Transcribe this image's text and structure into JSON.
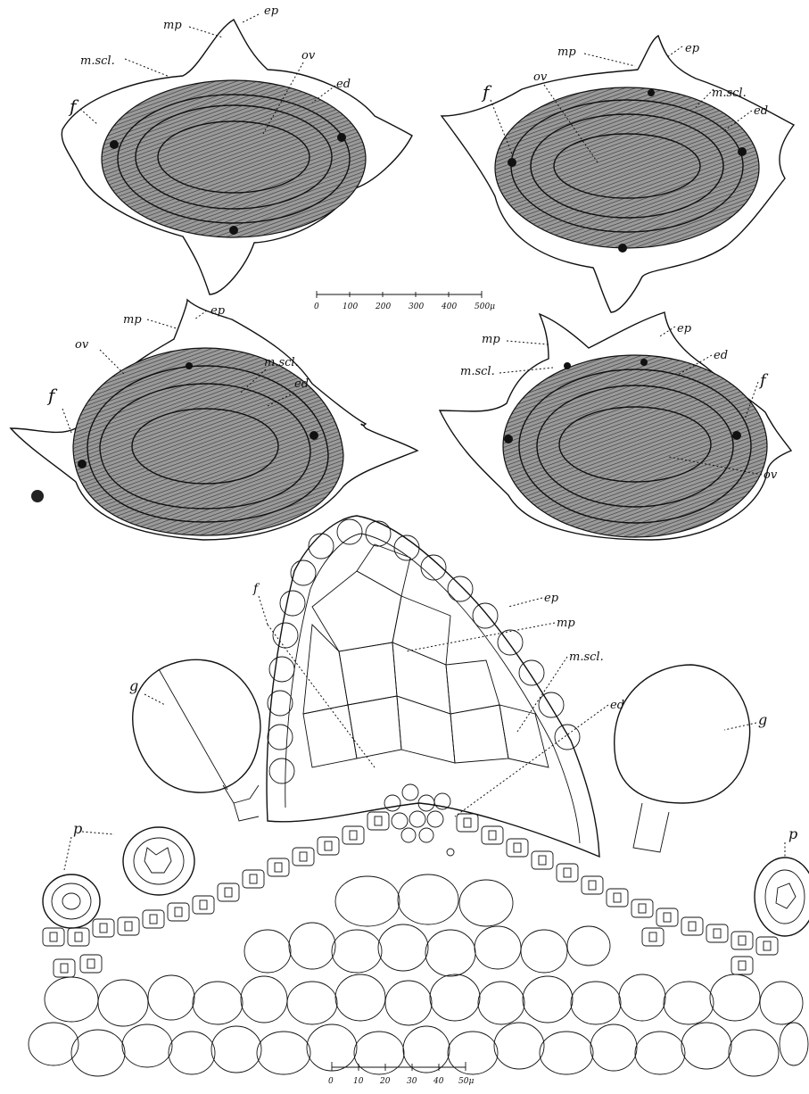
{
  "figures": [
    {
      "id": "section-1",
      "labels": {
        "ep": "ep",
        "mp": "mp",
        "m_scl": "m.scl.",
        "ov": "ov",
        "ed": "ed",
        "f": "f"
      }
    },
    {
      "id": "section-2",
      "labels": {
        "ep": "ep",
        "mp": "mp",
        "m_scl": "m.scl.",
        "ov": "ov",
        "ed": "ed",
        "f": "f"
      }
    },
    {
      "id": "section-3",
      "labels": {
        "ep": "ep",
        "mp": "mp",
        "m_scl": "m.scl.",
        "ov": "ov",
        "ed": "ed",
        "f": "f"
      }
    },
    {
      "id": "section-4",
      "labels": {
        "ep": "ep",
        "mp": "mp",
        "m_scl": "m.scl.",
        "ov": "ov",
        "ed": "ed",
        "f": "f"
      }
    }
  ],
  "scale_upper": {
    "ticks": [
      "0",
      "100",
      "200",
      "300",
      "400",
      "500μ"
    ]
  },
  "detail": {
    "labels": {
      "f": "f",
      "ep": "ep",
      "mp": "mp",
      "m_scl": "m.scl.",
      "ed": "ed",
      "g_left": "g",
      "g_right": "g",
      "p_left": "p",
      "p_right": "p"
    }
  },
  "scale_lower": {
    "ticks": [
      "0",
      "10",
      "20",
      "30",
      "40",
      "50μ"
    ]
  },
  "style": {
    "ink": "#111111",
    "sclerenchyma_shade": "#8a8a8a",
    "paper": "#ffffff"
  }
}
